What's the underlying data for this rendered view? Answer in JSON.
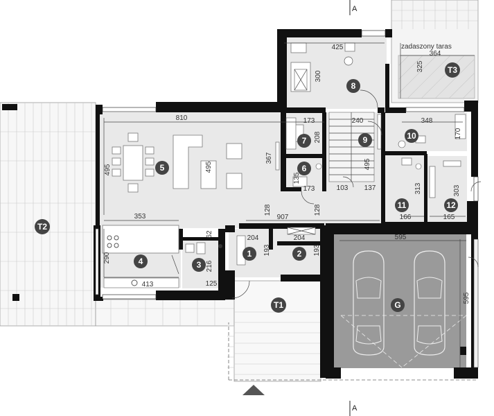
{
  "section_labels": {
    "top": "A",
    "bottom": "A"
  },
  "notes": {
    "covered_terrace": "zadaszony taras"
  },
  "rooms": [
    {
      "id": "1",
      "label": "1"
    },
    {
      "id": "2",
      "label": "2"
    },
    {
      "id": "3",
      "label": "3"
    },
    {
      "id": "4",
      "label": "4"
    },
    {
      "id": "5",
      "label": "5"
    },
    {
      "id": "6",
      "label": "6"
    },
    {
      "id": "7",
      "label": "7"
    },
    {
      "id": "8",
      "label": "8"
    },
    {
      "id": "9",
      "label": "9"
    },
    {
      "id": "10",
      "label": "10"
    },
    {
      "id": "11",
      "label": "11"
    },
    {
      "id": "12",
      "label": "12"
    },
    {
      "id": "G",
      "label": "G"
    },
    {
      "id": "T1",
      "label": "T1"
    },
    {
      "id": "T2",
      "label": "T2"
    },
    {
      "id": "T3",
      "label": "T3"
    }
  ],
  "dimensions": {
    "living_width": "810",
    "living_depth": "495",
    "sofa_depth": "495",
    "living_right": "367",
    "kitchen_width": "353",
    "kitchen_depth": "290",
    "kitchen_bottom": "413",
    "bedroom_width": "425",
    "bedroom_depth": "300",
    "terrace_width": "364",
    "terrace_depth": "325",
    "room7_width": "173",
    "room7_depth": "208",
    "room6_width": "173",
    "room6_depth": "135",
    "stairs_width": "240",
    "room10_width": "348",
    "room10_depth": "170",
    "room9_depth": "495",
    "room9_bottom": "103",
    "room11_left": "137",
    "room11_depth": "313",
    "room11_width": "166",
    "room12_depth": "303",
    "room12_width": "165",
    "hall_height": "128",
    "hall_height2": "128",
    "total_width": "907",
    "room1_width": "204",
    "room1_depth": "193",
    "room2_width": "204",
    "room2_depth": "193",
    "room3_small": "62",
    "room3_depth": "216",
    "room3_width": "125",
    "garage_width": "595",
    "garage_depth": "595"
  }
}
